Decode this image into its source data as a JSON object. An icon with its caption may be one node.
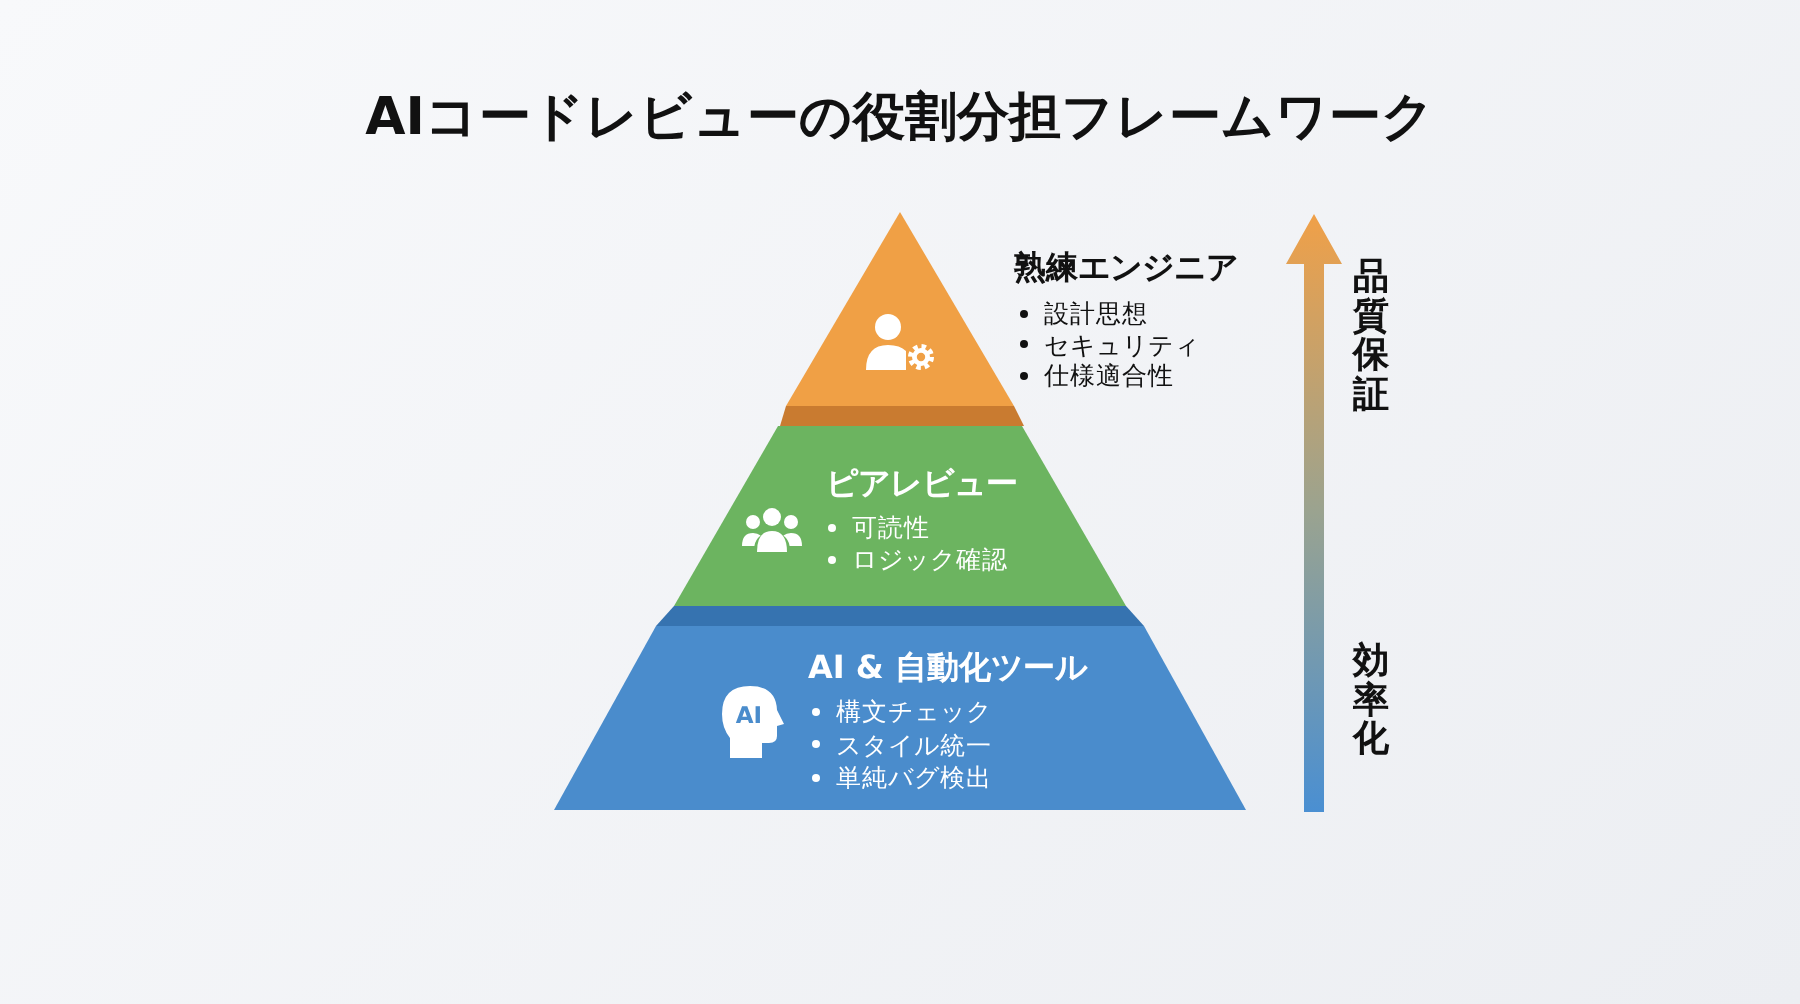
{
  "diagram": {
    "title": "AIコードレビューの役割分担フレームワーク",
    "nodes": [
      {
        "text": [
          "熟練エンジニア",
          "設計思想",
          "セキュリティ",
          "仕様適合性"
        ]
      },
      {
        "text": [
          "ピアレビュー",
          "可読性",
          "ロジック確認"
        ]
      },
      {
        "text": [
          "AI",
          "AI & 自動化ツール",
          "構文チェック",
          "スタイル統一",
          "単純バグ検出"
        ]
      }
    ],
    "labels": [
      "品質保証",
      "効率化"
    ]
  }
}
